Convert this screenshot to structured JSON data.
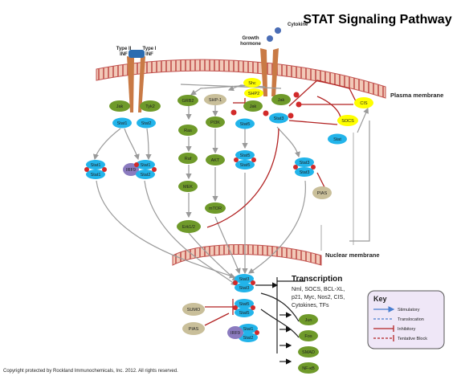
{
  "title": "STAT Signaling Pathway",
  "membranes": {
    "plasma": "Plasma membrane",
    "nuclear": "Nuclear membrane"
  },
  "receptors": {
    "type2": "Type II\nINF",
    "type1": "Type I\nINF",
    "growth_hormone": "Growth\nhormone",
    "cytokine": "Cytokine"
  },
  "proteins": {
    "jak_left": "Jak",
    "tyk2": "Tyk2",
    "stat1_left": "Stat1",
    "stat2_left": "Stat2",
    "shc": "Shc",
    "shp2": "SHP2",
    "jak_mid": "Jak",
    "jak_right": "Jak",
    "grb2": "GRB2",
    "shp1": "SHP-1",
    "stat3_top": "Stat3",
    "ras": "Ras",
    "pi3k": "PI3K",
    "stat5_top": "Stat5",
    "cis": "CIS",
    "socs": "SOCS",
    "stat": "Stat",
    "raf": "Raf",
    "akt": "AKT",
    "mek": "MEK",
    "mtor": "mTOR",
    "erk": "Erk1/2",
    "pias_right": "PIAS",
    "irf9_top": "IRF9",
    "sumo": "SUMO",
    "pias_bottom": "PIAS",
    "irf9_bottom": "IRF9",
    "jun": "Jun",
    "fos": "Fos",
    "smad": "SMAD",
    "nfkb": "NF-κB",
    "dimer_stat1_a1": "Stat1",
    "dimer_stat1_a2": "Stat1",
    "dimer_stat1_b1": "Stat1",
    "dimer_stat2_b2": "Stat2",
    "dimer_stat5_a1": "Stat5",
    "dimer_stat5_a2": "Stat5",
    "dimer_stat3_a1": "Stat3",
    "dimer_stat3_a2": "Stat3",
    "nuc_stat3_1": "Stat3",
    "nuc_stat3_2": "Stat3",
    "nuc_stat5_1": "Stat5",
    "nuc_stat5_2": "Stat5",
    "nuc_stat1_1": "Stat1",
    "nuc_stat2_2": "Stat2",
    "p": "P"
  },
  "transcription": {
    "heading": "Transcription",
    "lines": [
      "Nml, SOCS, BCL-XL,",
      "p21, Myc, Nos2, CIS,",
      "Cytokines, TFs"
    ]
  },
  "key": {
    "title": "Key",
    "items": [
      "Stimulatory",
      "Translocation",
      "Inhibitory",
      "Tentative Block"
    ]
  },
  "copyright": "Copyright protected by Rockland Immunochemicals, Inc. 2012. All rights reserved.",
  "colors": {
    "stat_blue": "#22b4ea",
    "green": "#6f9a2a",
    "yellow": "#ffff00",
    "phospho_red": "#d22a2a",
    "membrane": "#c0504d",
    "receptor": "#c97a45",
    "purple": "#8b7bbf",
    "tan": "#c9bf9a",
    "key_bg": "#efe7f7"
  }
}
